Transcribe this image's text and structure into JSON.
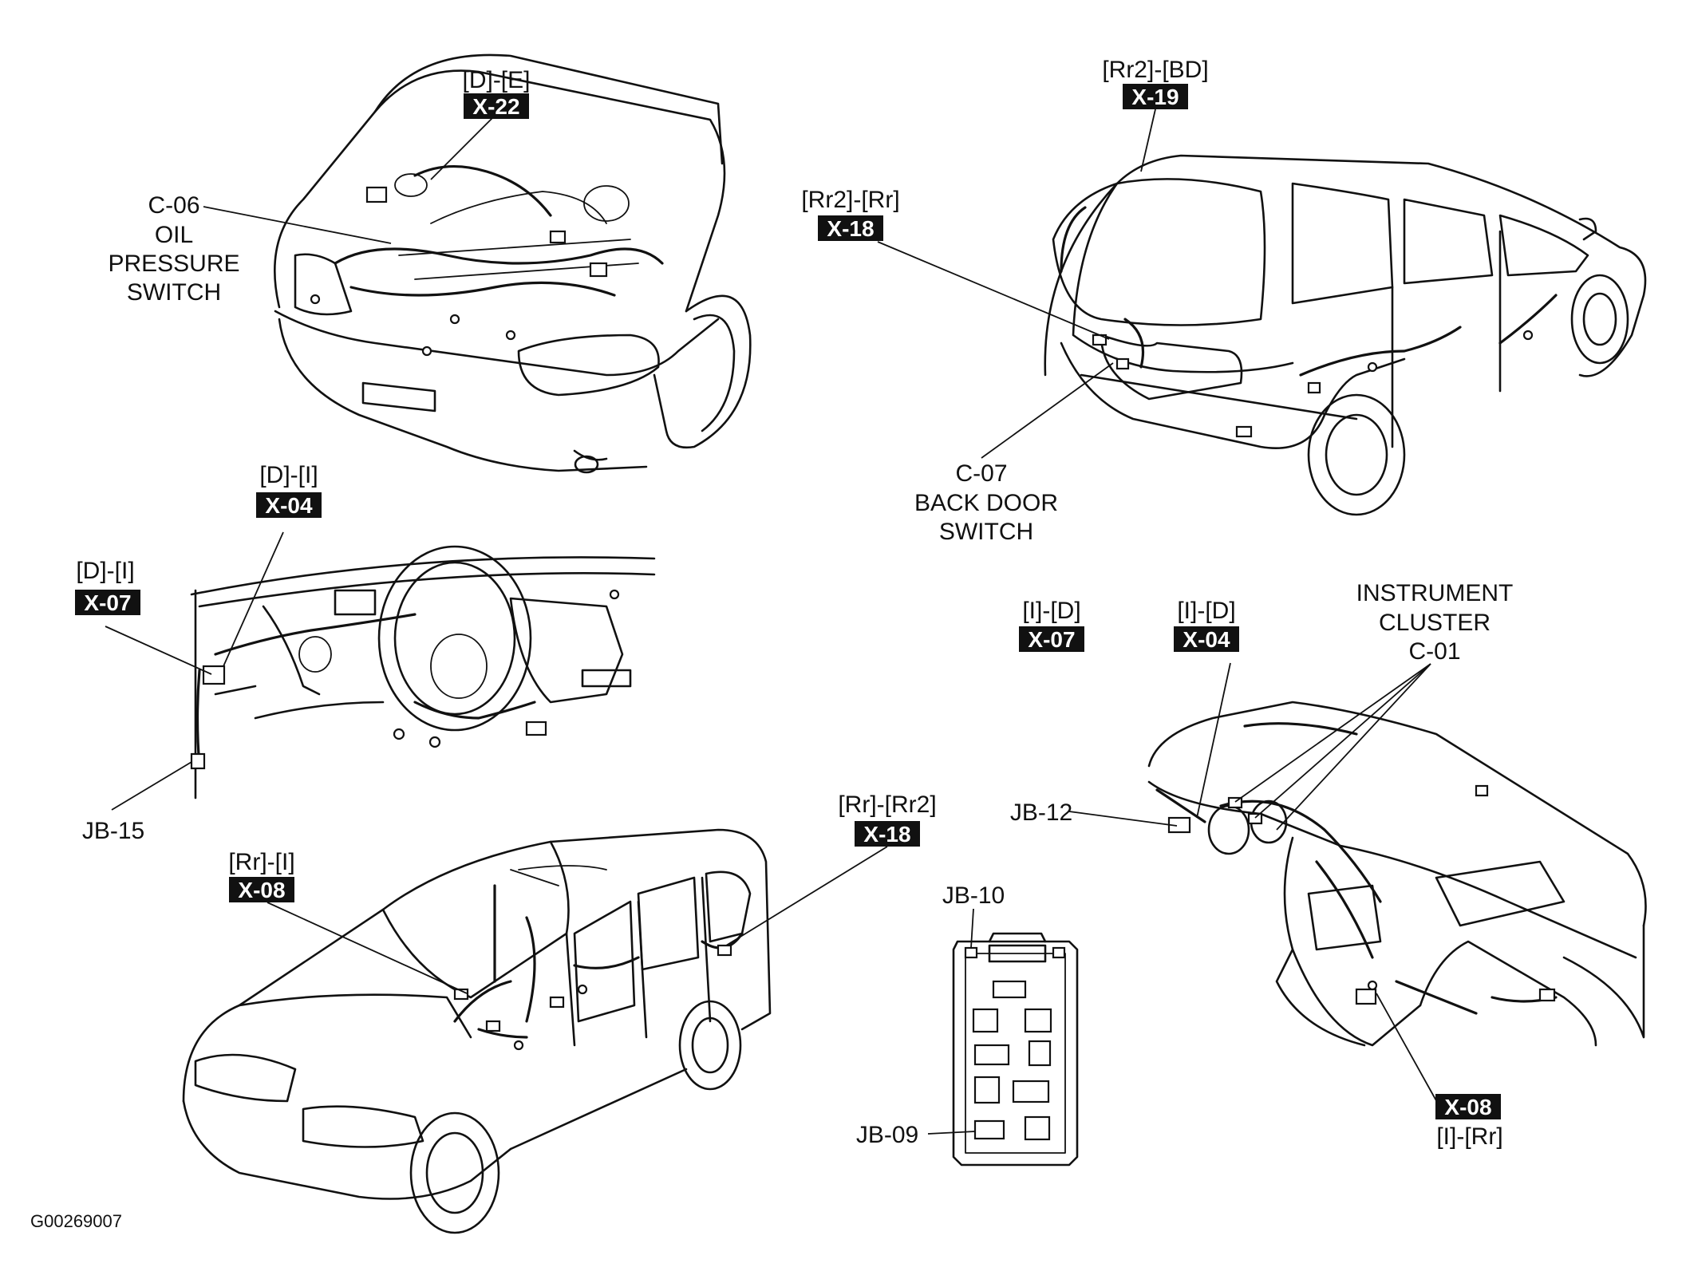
{
  "figure_id": "G00269007",
  "tags": {
    "x22": "X-22",
    "x19": "X-19",
    "x18_top": "X-18",
    "x04_left": "X-04",
    "x07_left": "X-07",
    "x07_right": "X-07",
    "x04_right": "X-04",
    "x08_left": "X-08",
    "x18_bottom": "X-18",
    "x08_right": "X-08"
  },
  "labels": {
    "d_e": "[D]-[E]",
    "rr2_bd": "[Rr2]-[BD]",
    "rr2_rr": "[Rr2]-[Rr]",
    "d_i_top": "[D]-[I]",
    "d_i_left": "[D]-[I]",
    "i_d_1": "[I]-[D]",
    "i_d_2": "[I]-[D]",
    "rr_i": "[Rr]-[I]",
    "rr_rr2": "[Rr]-[Rr2]",
    "i_rr": "[I]-[Rr]",
    "c06": [
      "C-06",
      "OIL",
      "PRESSURE",
      "SWITCH"
    ],
    "c07": [
      "C-07",
      "BACK DOOR",
      "SWITCH"
    ],
    "c01": [
      "INSTRUMENT",
      "CLUSTER",
      "C-01"
    ],
    "jb15": "JB-15",
    "jb12": "JB-12",
    "jb10": "JB-10",
    "jb09": "JB-09"
  }
}
